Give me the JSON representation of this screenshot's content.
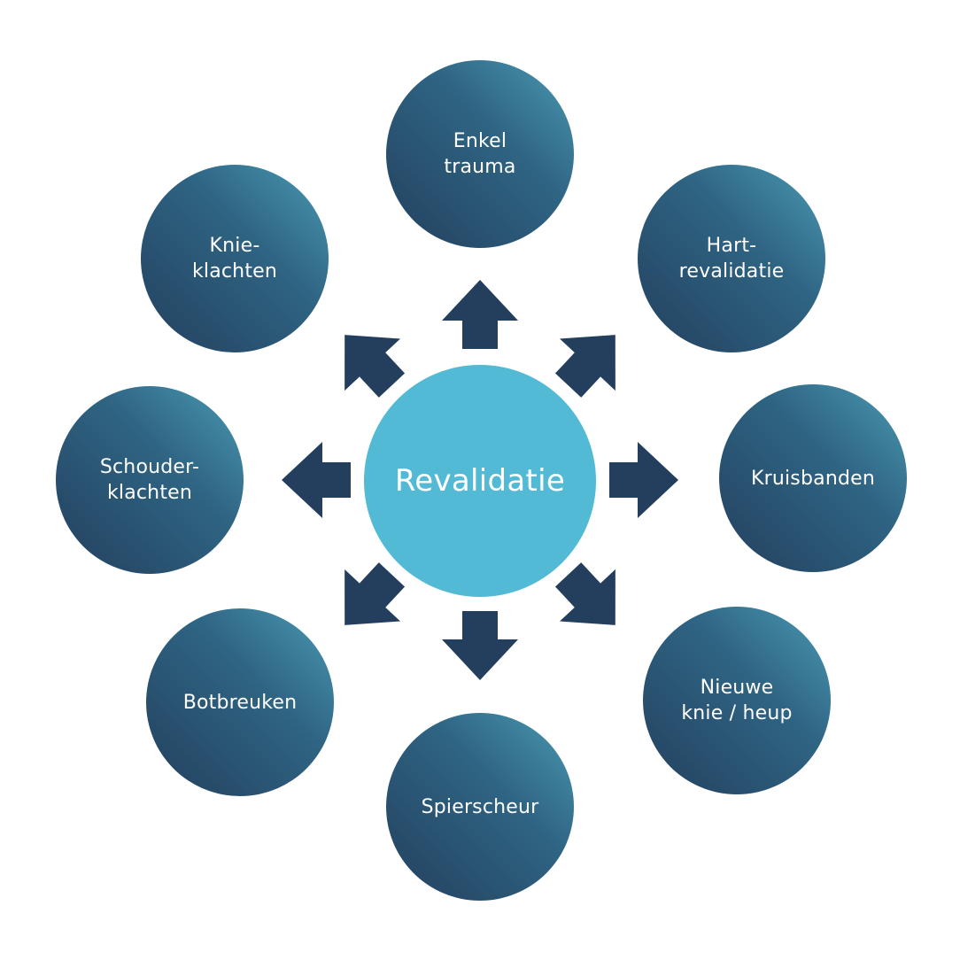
{
  "diagram": {
    "center_label": "Revalidatie",
    "colors": {
      "center_fill": "#52bad5",
      "node_dark": "#23405e",
      "node_light": "#4a9ab3",
      "arrow": "#243f5e",
      "text": "#ffffff",
      "background": "#ffffff"
    },
    "nodes": [
      {
        "id": "enkel-trauma",
        "label": "Enkel\ntrauma"
      },
      {
        "id": "hartrevalidatie",
        "label": "Hart-\nrevalidatie"
      },
      {
        "id": "kruisbanden",
        "label": "Kruisbanden"
      },
      {
        "id": "nieuwe-knie-heup",
        "label": "Nieuwe\nknie / heup"
      },
      {
        "id": "spierscheur",
        "label": "Spierscheur"
      },
      {
        "id": "botbreuken",
        "label": "Botbreuken"
      },
      {
        "id": "schouderklachten",
        "label": "Schouder-\nklachten"
      },
      {
        "id": "knieklachten",
        "label": "Knie-\nklachten"
      }
    ]
  }
}
